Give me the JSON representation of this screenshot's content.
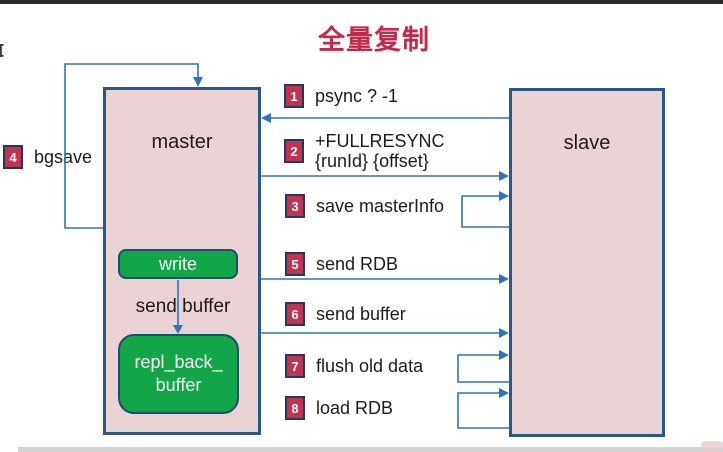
{
  "title": {
    "text": "全量复制"
  },
  "nodes": {
    "master": {
      "label": "master"
    },
    "slave": {
      "label": "slave"
    },
    "write": {
      "label": "write"
    },
    "repl_back_buffer": {
      "line1": "repl_back_",
      "line2": "buffer"
    },
    "send_buffer_caption": "send buffer"
  },
  "steps": [
    {
      "num": "1",
      "label": "psync ? -1",
      "direction": "slave-to-master"
    },
    {
      "num": "2",
      "label_line1": "+FULLRESYNC",
      "label_line2": "{runId} {offset}",
      "direction": "master-to-slave"
    },
    {
      "num": "3",
      "label": "save masterInfo",
      "direction": "slave-self-loop"
    },
    {
      "num": "4",
      "label": "bgsave",
      "direction": "master-self-loop"
    },
    {
      "num": "5",
      "label": "send RDB",
      "direction": "master-to-slave"
    },
    {
      "num": "6",
      "label": "send buffer",
      "direction": "master-to-slave"
    },
    {
      "num": "7",
      "label": "flush old data",
      "direction": "slave-self-loop"
    },
    {
      "num": "8",
      "label": "load RDB",
      "direction": "slave-self-loop"
    }
  ],
  "colors": {
    "title": "#c2294a",
    "badge_fill": "#c23351",
    "badge_border": "#1f3864",
    "node_fill": "#ebd3d5",
    "node_border": "#265985",
    "green_fill": "#13a648",
    "green_border": "#1c4e73",
    "arrow": "#2e75b6"
  }
}
